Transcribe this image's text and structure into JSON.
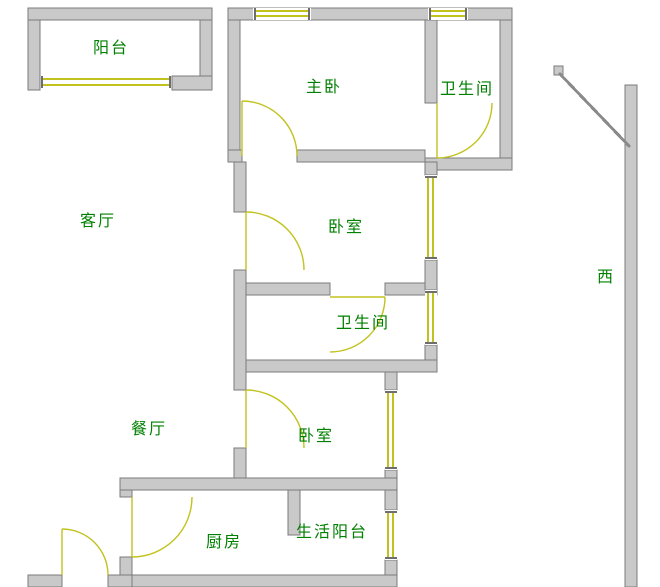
{
  "colors": {
    "background": "#ffffff",
    "wall_fill": "#c9c9c9",
    "wall_stroke": "#7b7b7b",
    "opening_color": "#c2c21e",
    "label_color": "#008000"
  },
  "rooms": {
    "balcony": "阳台",
    "master_bedroom": "主卧",
    "bathroom_top": "卫生间",
    "living_room": "客厅",
    "bedroom_mid": "卧室",
    "bathroom_mid": "卫生间",
    "dining_room": "餐厅",
    "bedroom_lower": "卧室",
    "kitchen": "厨房",
    "service_balcony": "生活阳台",
    "compass_west": "西"
  }
}
